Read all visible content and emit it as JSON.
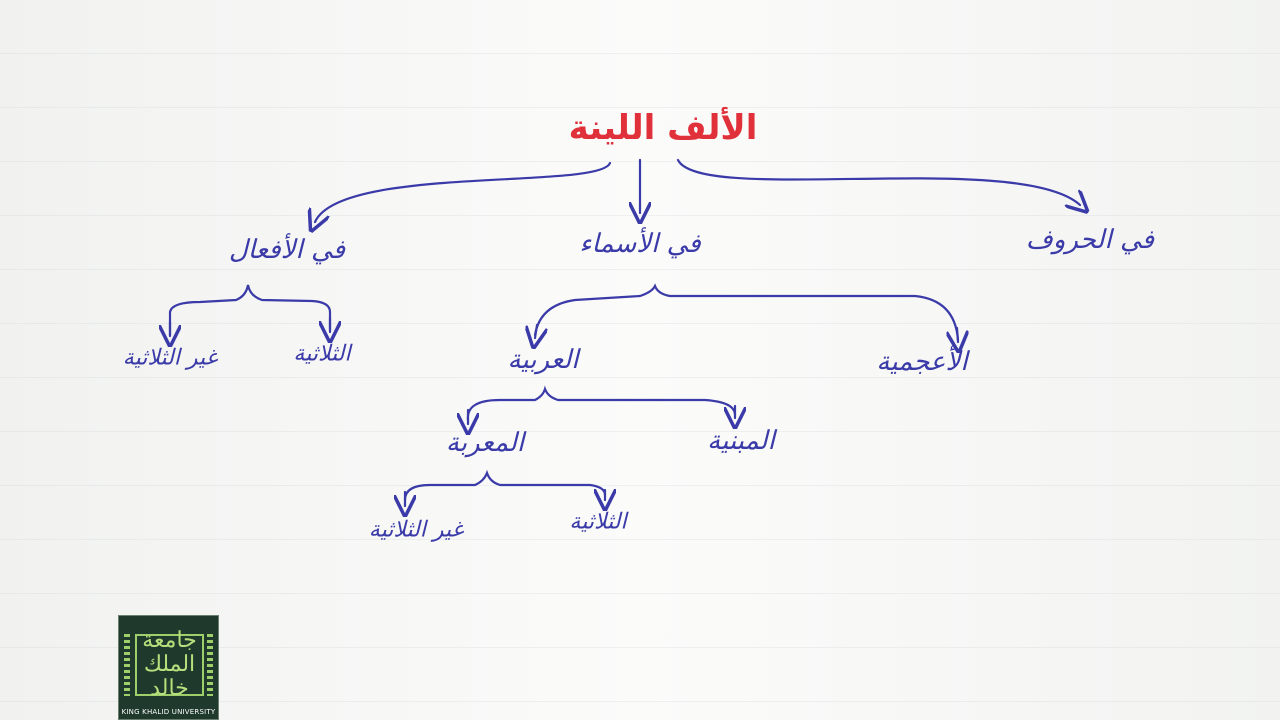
{
  "diagram": {
    "root": "الألف اللينة",
    "branches": {
      "harf": "في الحروف",
      "asma": "في الأسماء",
      "afaal": "في الأفعال"
    },
    "afaal_children": {
      "thulathia": "الثلاثية",
      "ghayr_thulathia": "غير الثلاثية"
    },
    "asma_children": {
      "ajamia": "الأعجمية",
      "arabia": "العربية"
    },
    "arabia_children": {
      "mabnia": "المبنية",
      "muraba": "المعربة"
    },
    "muraba_children": {
      "thulathia": "الثلاثية",
      "ghayr_thulathia": "غير الثلاثية"
    }
  },
  "logo": {
    "mark": "جامعة الملك خالد",
    "caption": "KING KHALID UNIVERSITY"
  },
  "colors": {
    "root": "#e0303a",
    "ink": "#3a3aa8",
    "logo_bg": "#1f3a2c",
    "logo_accent": "#9fcf6a"
  }
}
